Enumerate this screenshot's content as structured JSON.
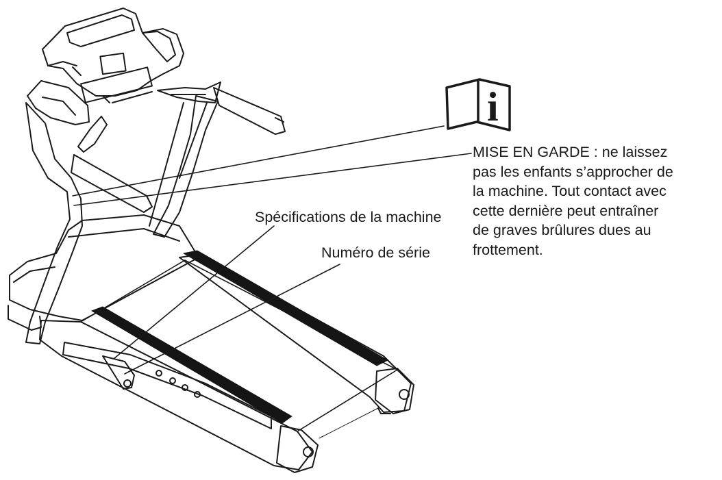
{
  "diagram": {
    "manual_icon": "open-book-info-icon",
    "info_glyph": "i",
    "labels": {
      "warning_lines": [
        "MISE EN GARDE : ne laissez",
        "pas les enfants s’approcher de",
        "la machine. Tout contact avec",
        "cette dernière peut entraîner",
        "de graves brûlures dues au",
        "frottement."
      ],
      "machine_specifications": "Spécifications de la machine",
      "serial_number": "Numéro de série"
    },
    "colors": {
      "line": "#1a1a1a",
      "belt": "#151515",
      "background": "#ffffff"
    }
  }
}
